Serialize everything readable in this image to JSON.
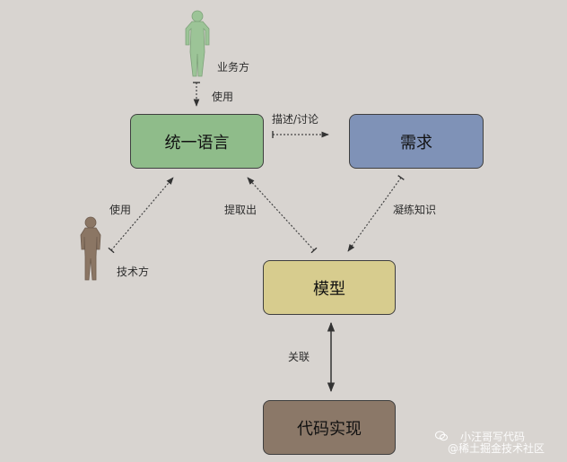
{
  "nodes": {
    "ubiquitous_language": "统一语言",
    "requirements": "需求",
    "model": "模型",
    "code_implementation": "代码实现"
  },
  "actors": {
    "business": "业务方",
    "technical": "技术方"
  },
  "edge_labels": {
    "business_use": "使用",
    "describe_discuss": "描述/讨论",
    "technical_use": "使用",
    "extract": "提取出",
    "refine_knowledge": "凝练知识",
    "associate": "关联"
  },
  "watermark": {
    "brand": "小汪哥写代码",
    "site": "@稀土掘金技术社区"
  },
  "colors": {
    "background": "#d8d4d0",
    "ubiquitous_language": "#8fbc8a",
    "requirements": "#7f92b7",
    "model": "#d7cc8e",
    "code_implementation": "#8b7868",
    "business_figure": "#9cc497",
    "technical_figure": "#8b7664"
  }
}
